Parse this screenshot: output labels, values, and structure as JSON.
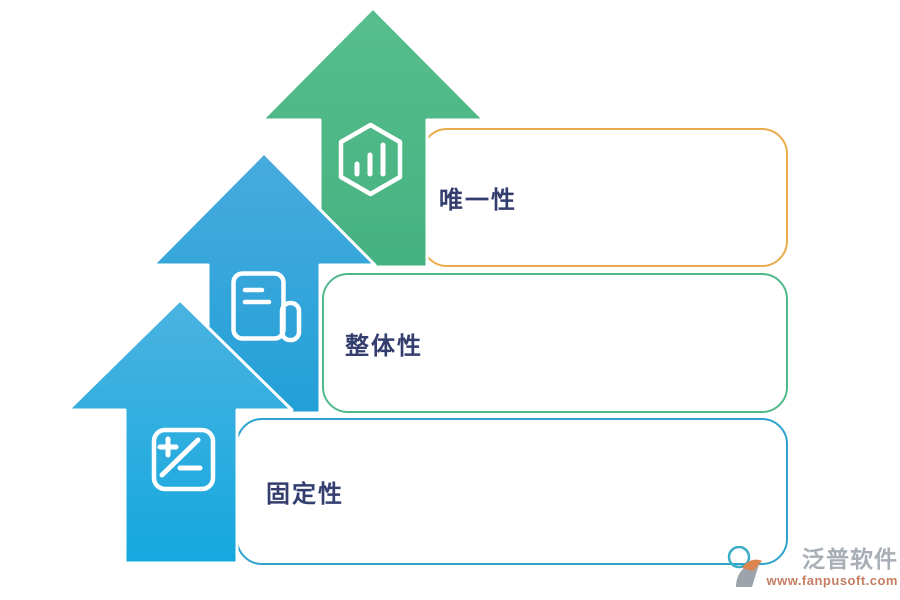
{
  "diagram": {
    "description_items": [
      {
        "label": "唯一性",
        "accent": "#EBAB4D",
        "icon": "hexagon-bar-chart-icon",
        "arrow_color_top": "#57BE8C",
        "arrow_color_bottom": "#46B181"
      },
      {
        "label": "整体性",
        "accent": "#50B98B",
        "icon": "document-copy-icon",
        "arrow_color_top": "#47ABDE",
        "arrow_color_bottom": "#23A0D7"
      },
      {
        "label": "固定性",
        "accent": "#2EA3CE",
        "icon": "plus-minus-icon",
        "arrow_color_top": "#4BB3E1",
        "arrow_color_bottom": "#15A8DE"
      }
    ],
    "text_color": "#333D6E"
  },
  "watermark": {
    "brand": "泛普软件",
    "url": "www.fanpusoft.com"
  }
}
